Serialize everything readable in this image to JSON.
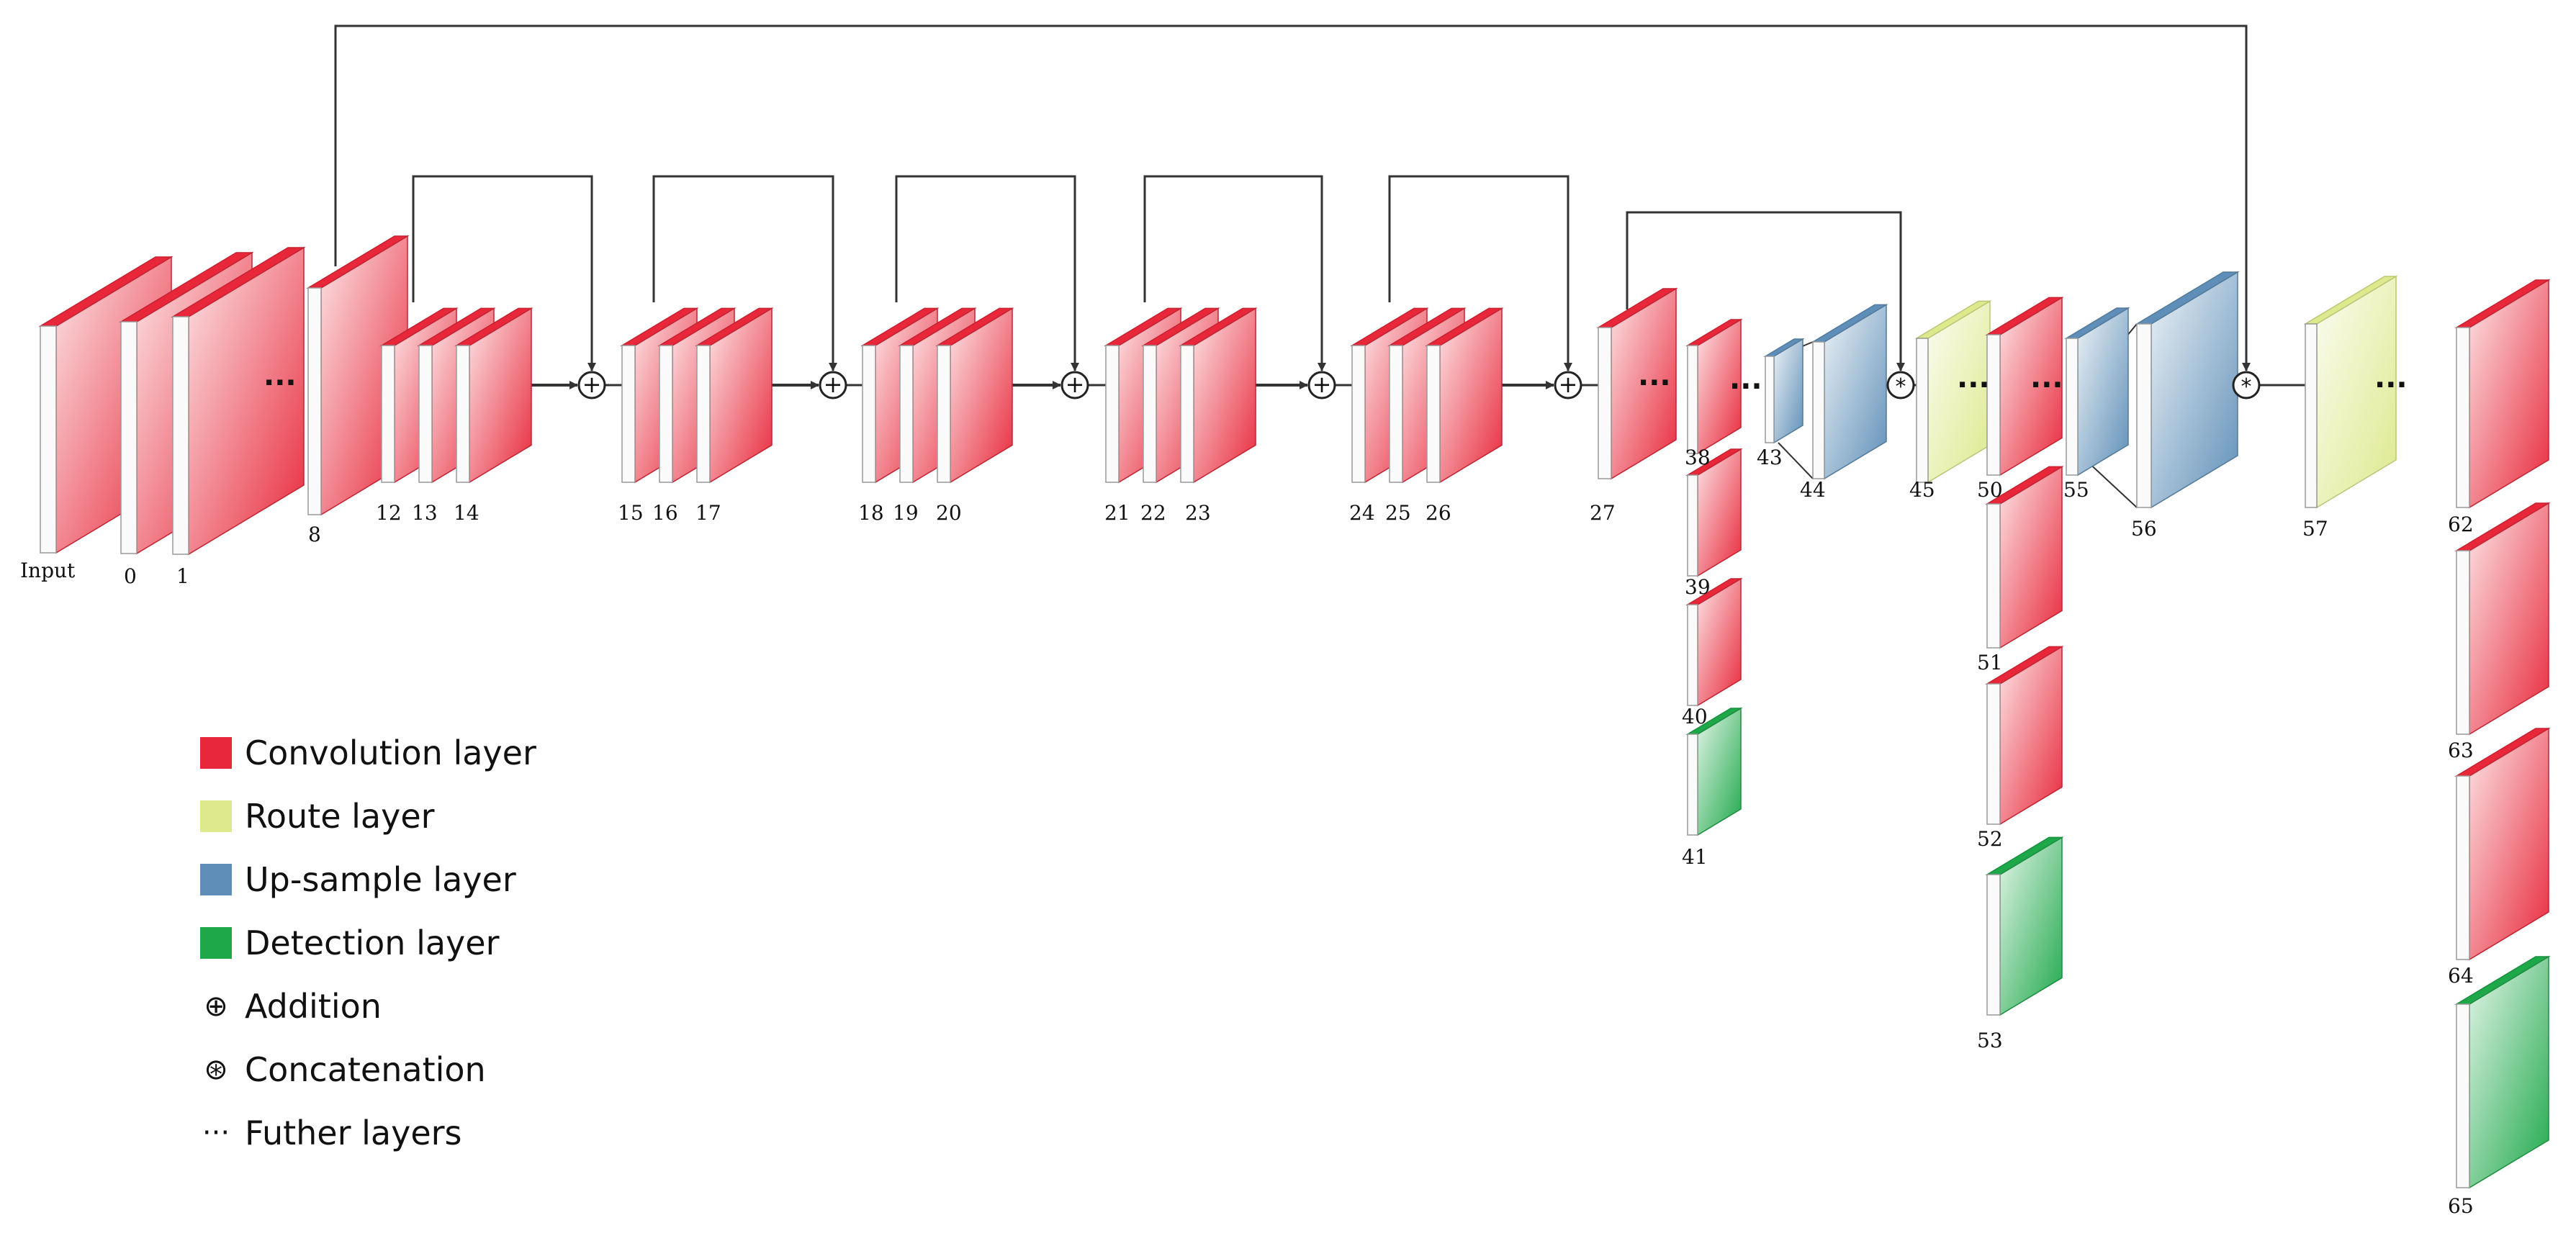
{
  "colors": {
    "convolution": "#e8283a",
    "route": "#dde98c",
    "upsample": "#5f8fb8",
    "detection": "#1ea84a",
    "line": "#333333"
  },
  "layer_labels": {
    "input": "Input",
    "l0": "0",
    "l1": "1",
    "l8": "8",
    "l12": "12",
    "l13": "13",
    "l14": "14",
    "l15": "15",
    "l16": "16",
    "l17": "17",
    "l18": "18",
    "l19": "19",
    "l20": "20",
    "l21": "21",
    "l22": "22",
    "l23": "23",
    "l24": "24",
    "l25": "25",
    "l26": "26",
    "l27": "27",
    "l38": "38",
    "l39": "39",
    "l40": "40",
    "l41": "41",
    "l43": "43",
    "l44": "44",
    "l45": "45",
    "l50": "50",
    "l51": "51",
    "l52": "52",
    "l53": "53",
    "l55": "55",
    "l56": "56",
    "l57": "57",
    "l62": "62",
    "l63": "63",
    "l64": "64",
    "l65": "65"
  },
  "symbols": {
    "addition": "+",
    "concatenation": "*",
    "further": "···"
  },
  "legend": [
    {
      "kind": "swatch",
      "color_key": "convolution",
      "label": "Convolution layer"
    },
    {
      "kind": "swatch",
      "color_key": "route",
      "label": "Route layer"
    },
    {
      "kind": "swatch",
      "color_key": "upsample",
      "label": "Up-sample layer"
    },
    {
      "kind": "swatch",
      "color_key": "detection",
      "label": "Detection layer"
    },
    {
      "kind": "symbol",
      "symbol": "⊕",
      "label": "Addition"
    },
    {
      "kind": "symbol",
      "symbol": "⊛",
      "label": "Concatenation"
    },
    {
      "kind": "symbol",
      "symbol": "···",
      "label": "Futher layers"
    }
  ]
}
